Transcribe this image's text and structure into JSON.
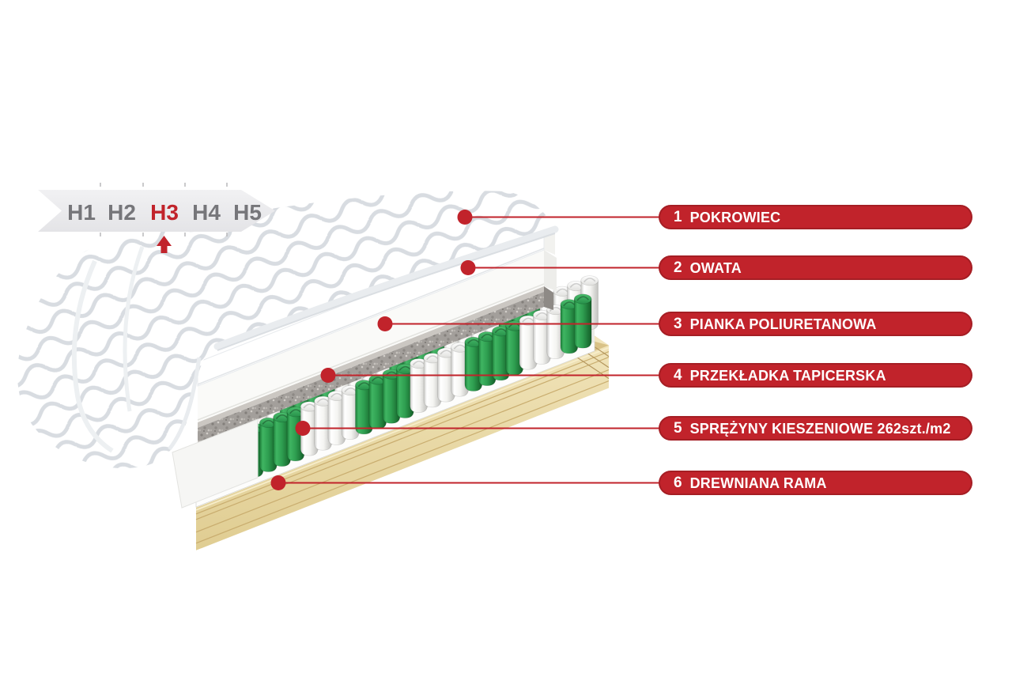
{
  "hardness_scale": {
    "levels": [
      "H1",
      "H2",
      "H3",
      "H4",
      "H5"
    ],
    "active_level": "H3"
  },
  "layers": [
    {
      "number": "1",
      "label": "POKROWIEC"
    },
    {
      "number": "2",
      "label": "OWATA"
    },
    {
      "number": "3",
      "label": "PIANKA POLIURETANOWA"
    },
    {
      "number": "4",
      "label": "PRZEKŁADKA TAPICERSKA"
    },
    {
      "number": "5",
      "label": "SPRĘŻYNY KIESZENIOWE 262szt./m2"
    },
    {
      "number": "6",
      "label": "DREWNIANA RAMA"
    }
  ],
  "colors": {
    "accent_red": "#c1232b",
    "scale_text_gray": "#76767a",
    "spring_green": "#2d9c4c",
    "spring_white": "#f2f2ef",
    "wood_light": "#ead9ab",
    "felt_gray": "#a39f9b"
  }
}
